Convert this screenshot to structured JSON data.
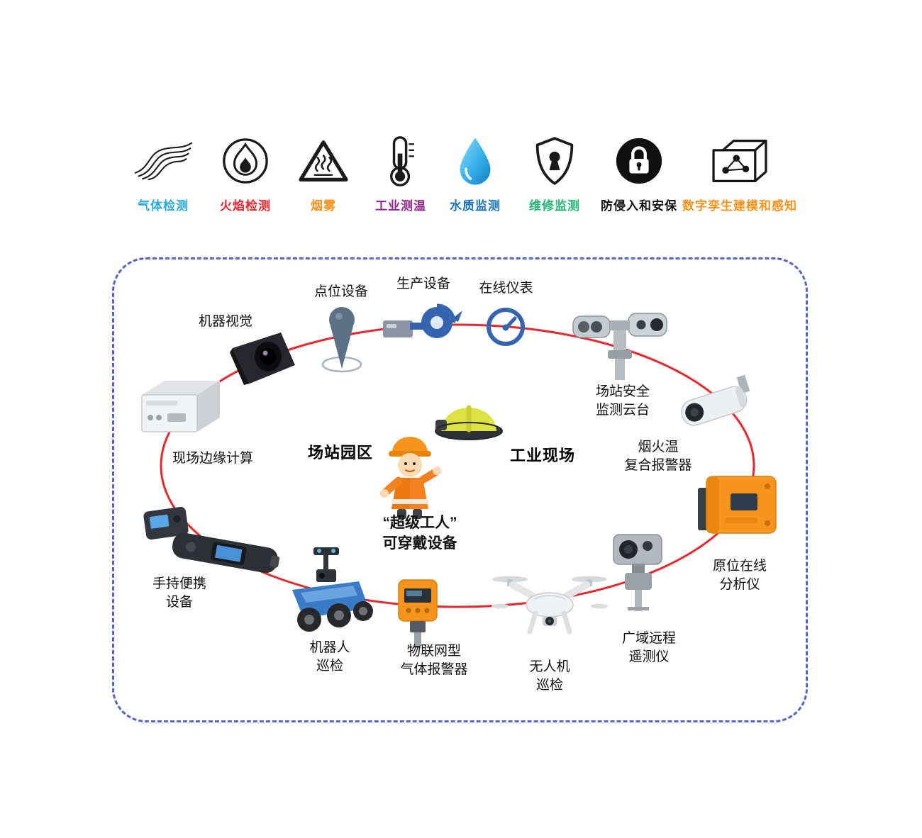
{
  "legend": {
    "items": [
      {
        "label": "气体检测",
        "color": "#29abe2"
      },
      {
        "label": "火焰检测",
        "color": "#e8262d"
      },
      {
        "label": "烟雾",
        "color": "#f7931e"
      },
      {
        "label": "工业测温",
        "color": "#93278f"
      },
      {
        "label": "水质监测",
        "color": "#1b75bc"
      },
      {
        "label": "维修监测",
        "color": "#22b573"
      },
      {
        "label": "防侵入和安保",
        "color": "#111111"
      },
      {
        "label": "数字孪生建模和感知",
        "color": "#f7931e"
      }
    ]
  },
  "eco": {
    "colors": {
      "ellipse": "#e8282f",
      "panel_border": "#5566c4"
    },
    "zones": {
      "station_campus": "场站园区",
      "industrial_site": "工业现场"
    },
    "nodes": {
      "machine_vision": "机器视觉",
      "point_device": "点位设备",
      "production_equipment": "生产设备",
      "online_instrument": "在线仪表",
      "station_ptz": "场站安全\n监测云台",
      "fire_temp_alarm": "烟火温\n复合报警器",
      "online_analyzer": "原位在线\n分析仪",
      "remote_telemetry": "广域远程\n遥测仪",
      "drone_inspection": "无人机\n巡检",
      "iot_gas_alarm": "物联网型\n气体报警器",
      "robot_inspection": "机器人\n巡检",
      "handheld_device": "手持便携\n设备",
      "edge_computing": "现场边缘计算",
      "super_worker": "“超级工人”\n可穿戴设备"
    }
  }
}
